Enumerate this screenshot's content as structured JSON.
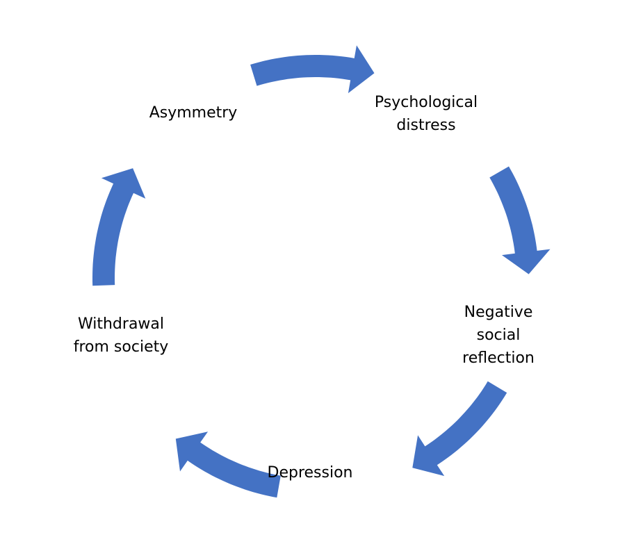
{
  "diagram": {
    "arrow_color": "#4472C4",
    "text_color": "#000000",
    "nodes": [
      {
        "id": "asymmetry",
        "lines": [
          "Asymmetry"
        ]
      },
      {
        "id": "psychological-distress",
        "lines": [
          "Psychological",
          "distress"
        ]
      },
      {
        "id": "negative-social-reflection",
        "lines": [
          "Negative",
          "social",
          "reflection"
        ]
      },
      {
        "id": "depression",
        "lines": [
          "Depression"
        ]
      },
      {
        "id": "withdrawal-from-society",
        "lines": [
          "Withdrawal",
          "from society"
        ]
      }
    ],
    "edges": [
      {
        "from": "asymmetry",
        "to": "psychological-distress"
      },
      {
        "from": "psychological-distress",
        "to": "negative-social-reflection"
      },
      {
        "from": "negative-social-reflection",
        "to": "depression"
      },
      {
        "from": "depression",
        "to": "withdrawal-from-society"
      },
      {
        "from": "withdrawal-from-society",
        "to": "asymmetry"
      }
    ]
  }
}
